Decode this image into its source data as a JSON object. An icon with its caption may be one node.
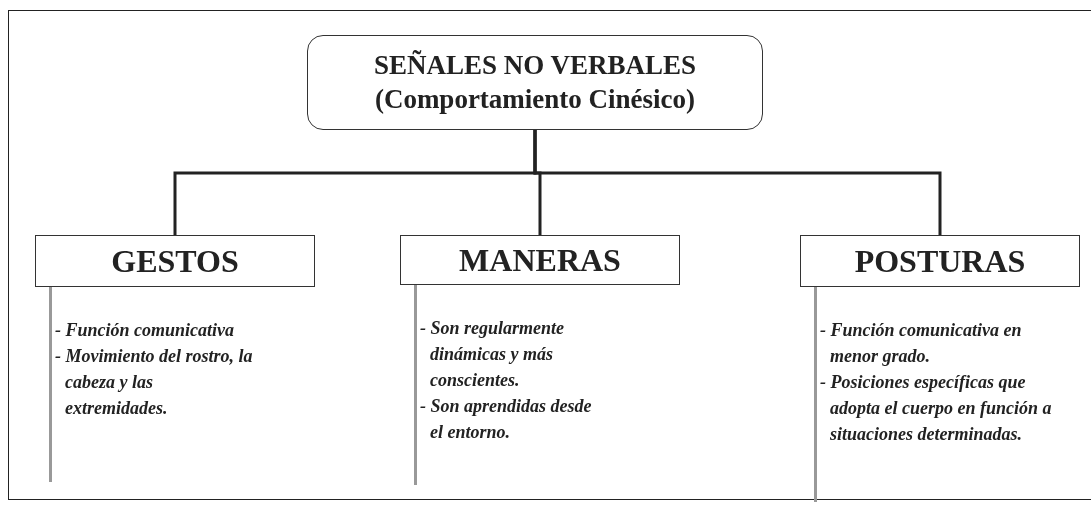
{
  "diagram": {
    "nodes": [
      {
        "text": [
          "SEÑALES NO VERBALES",
          "(Comportamiento Cinésico)"
        ]
      },
      {
        "text": [
          "GESTOS"
        ],
        "beside": [
          "- Función comunicativa",
          "- Movimiento del rostro, la cabeza y las extremidades."
        ]
      },
      {
        "text": [
          "MANERAS"
        ],
        "beside": [
          "- Son regularmente dinámicas y más conscientes.",
          "- Son aprendidas desde el entorno."
        ]
      },
      {
        "text": [
          "POSTURAS"
        ],
        "beside": [
          "- Función comunicativa en menor grado.",
          "- Posiciones específicas que adopta el cuerpo en función a situaciones determinadas."
        ]
      }
    ],
    "edges": [
      {
        "from": 0,
        "to": 1,
        "arrow": "none"
      },
      {
        "from": 0,
        "to": 2,
        "arrow": "none"
      },
      {
        "from": 0,
        "to": 3,
        "arrow": "none"
      }
    ]
  }
}
